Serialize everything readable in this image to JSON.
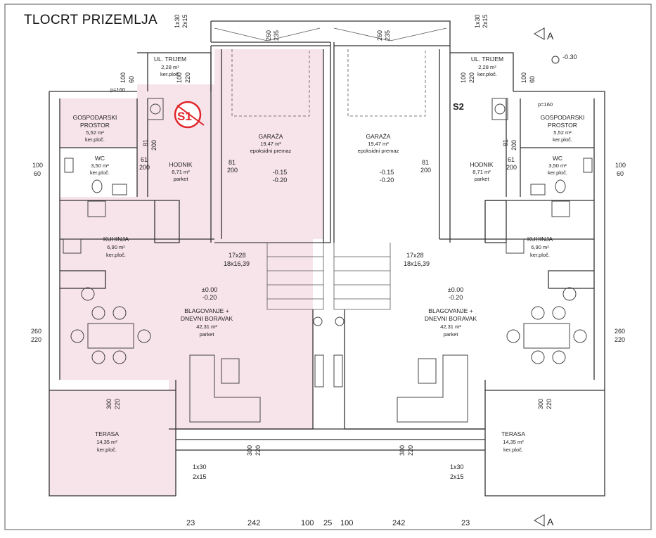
{
  "title": "TLOCRT PRIZEMLJA",
  "colors": {
    "accent_fill": "#f7e3ea",
    "line": "#333333",
    "marker_red": "#e0262a"
  },
  "section_mark": "A",
  "markers": {
    "s1": "S1",
    "s2": "S2"
  },
  "level_top_right": "-0.30",
  "stairs_top": {
    "l1": "1x30",
    "l2": "2x15"
  },
  "stairs_bottom": {
    "l1": "1x30",
    "l2": "2x15"
  },
  "stair_run": {
    "l1": "17x28",
    "l2": "18x16,39"
  },
  "door_p": "p=160",
  "garage_dims": {
    "a": "260",
    "b": "235"
  },
  "rooms": {
    "trijem": {
      "name": "UL. TRIJEM",
      "area": "2,28 m²",
      "floor": "ker.ploč."
    },
    "gosp": {
      "name1": "GOSPODARSKI",
      "name2": "PROSTOR",
      "area": "5,52 m²",
      "floor": "ker.ploč."
    },
    "wc": {
      "name": "WC",
      "area": "3,50 m²",
      "floor": "ker.ploč."
    },
    "hodnik": {
      "name": "HODNIK",
      "area": "8,71 m²",
      "floor": "parket"
    },
    "garaza": {
      "name": "GARAŽA",
      "area": "19,47 m²",
      "floor": "epoksidni premaz",
      "lvl1": "-0.15",
      "lvl2": "-0.20"
    },
    "kuhinja": {
      "name": "KUHINJA",
      "area": "6,90 m²",
      "floor": "ker.ploč."
    },
    "dnevni": {
      "name1": "BLAGOVANJE +",
      "name2": "DNEVNI BORAVAK",
      "area": "42,31 m²",
      "floor": "parket",
      "lvl1": "±0.00",
      "lvl2": "-0.20"
    },
    "terasa": {
      "name": "TERASA",
      "area": "14,35 m²",
      "floor": "ker.ploč."
    }
  },
  "dims": {
    "door_100": "100",
    "door_60": "60",
    "door_220": "220",
    "door_81": "81",
    "door_200": "200",
    "door_61": "61",
    "win_260": "260",
    "win_220": "220",
    "ter_300": "300",
    "ter_220": "220",
    "side_100": "100",
    "side_60": "60"
  },
  "bottom_dims": [
    "23",
    "242",
    "100",
    "25",
    "100",
    "242",
    "23"
  ]
}
